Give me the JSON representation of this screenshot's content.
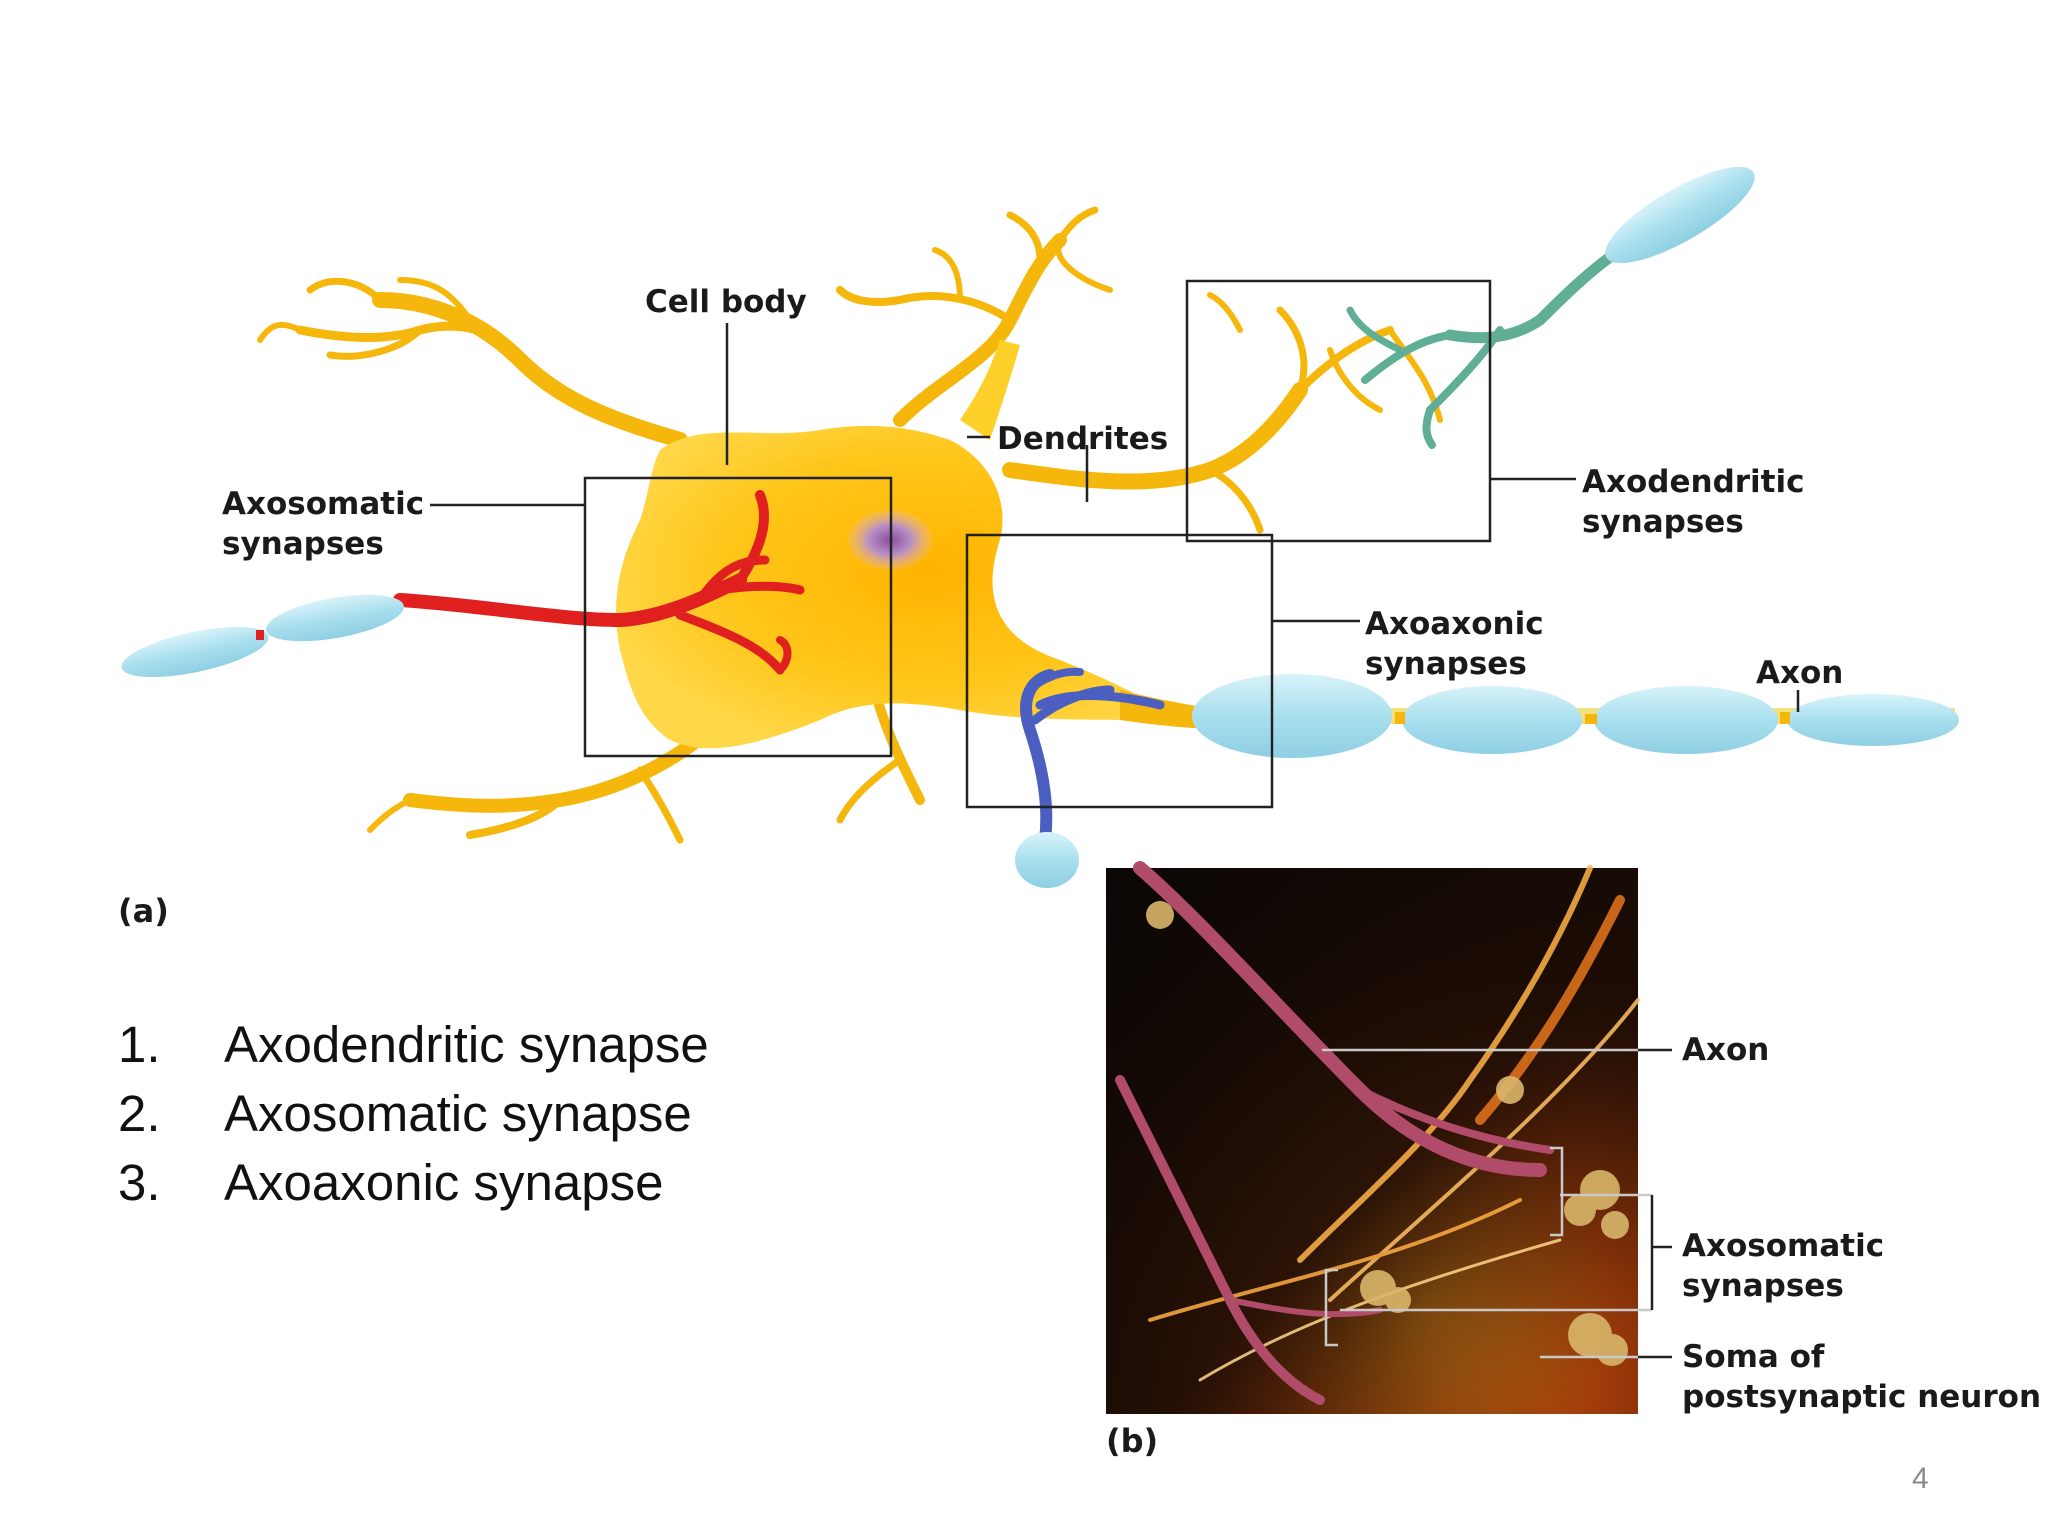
{
  "panel_a": {
    "tag": "(a)",
    "labels": {
      "cell_body": "Cell body",
      "dendrites": "Dendrites",
      "axosomatic": [
        "Axosomatic",
        "synapses"
      ],
      "axodendritic": [
        "Axodendritic",
        "synapses"
      ],
      "axoaxonic": [
        "Axoaxonic",
        "synapses"
      ],
      "axon": "Axon"
    }
  },
  "panel_b": {
    "tag": "(b)",
    "labels": {
      "axon": "Axon",
      "axosomatic": [
        "Axosomatic",
        "synapses"
      ],
      "soma": [
        "Soma of",
        "postsynaptic neuron"
      ]
    }
  },
  "list": [
    {
      "num": "1.",
      "text": "Axodendritic synapse"
    },
    {
      "num": "2.",
      "text": "Axosomatic synapse"
    },
    {
      "num": "3.",
      "text": "Axoaxonic synapse"
    }
  ],
  "page_number": "4",
  "colors": {
    "neuron": "#f6b70c",
    "neuron_light": "#ffe14a",
    "red_axon": "#e01f1f",
    "blue_axon": "#4a5fbf",
    "teal_axon": "#5fae95",
    "myelin": "#aee3f0",
    "micrograph_bg": "#1a0f08"
  }
}
